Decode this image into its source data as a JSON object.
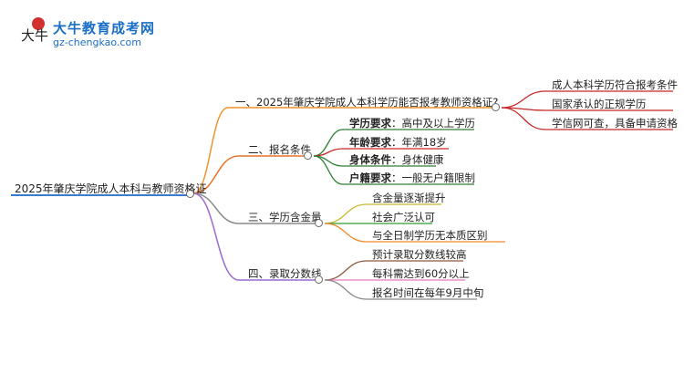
{
  "brand": {
    "logo_glyph": "大牛",
    "title": "大牛教育成考网",
    "url": "gz-chengkao.com",
    "color": "#1a6ec5"
  },
  "root": {
    "label": "2025年肇庆学院成人本科与教师资格证",
    "color": "#3a7bd5"
  },
  "branches": [
    {
      "label": "一、2025年肇庆学院成人本科学历能否报考教师资格证?",
      "color": "#f0922b",
      "children": [
        {
          "label": "成人本科学历符合报考条件",
          "color": "#c62828"
        },
        {
          "label": "国家承认的正规学历",
          "color": "#c62828"
        },
        {
          "label": "学信网可查，具备申请资格",
          "color": "#c62828"
        }
      ]
    },
    {
      "label": "二、报名条件",
      "color": "#e8712a",
      "children": [
        {
          "key": "学历要求",
          "value": "高中及以上学历",
          "color": "#2e7d32"
        },
        {
          "key": "年龄要求",
          "value": "年满18岁",
          "color": "#c62828"
        },
        {
          "key": "身体条件",
          "value": "身体健康",
          "color": "#2e7d32"
        },
        {
          "key": "户籍要求",
          "value": "一般无户籍限制",
          "color": "#2e7d32"
        }
      ]
    },
    {
      "label": "三、学历含金量",
      "color": "#8a8a8a",
      "children": [
        {
          "label": "含金量逐渐提升",
          "color": "#c8b830"
        },
        {
          "label": "社会广泛认可",
          "color": "#2e9d32"
        },
        {
          "label": "与全日制学历无本质区别",
          "color": "#f08a2b"
        }
      ]
    },
    {
      "label": "四、录取分数线",
      "color": "#9c6bd0",
      "children": [
        {
          "label": "预计录取分数线较高",
          "color": "#8d5a3a"
        },
        {
          "label": "每科需达到60分以上",
          "color": "#e57bc0"
        },
        {
          "label": "报名时间在每年9月中旬",
          "color": "#8a8a8a"
        }
      ]
    }
  ]
}
